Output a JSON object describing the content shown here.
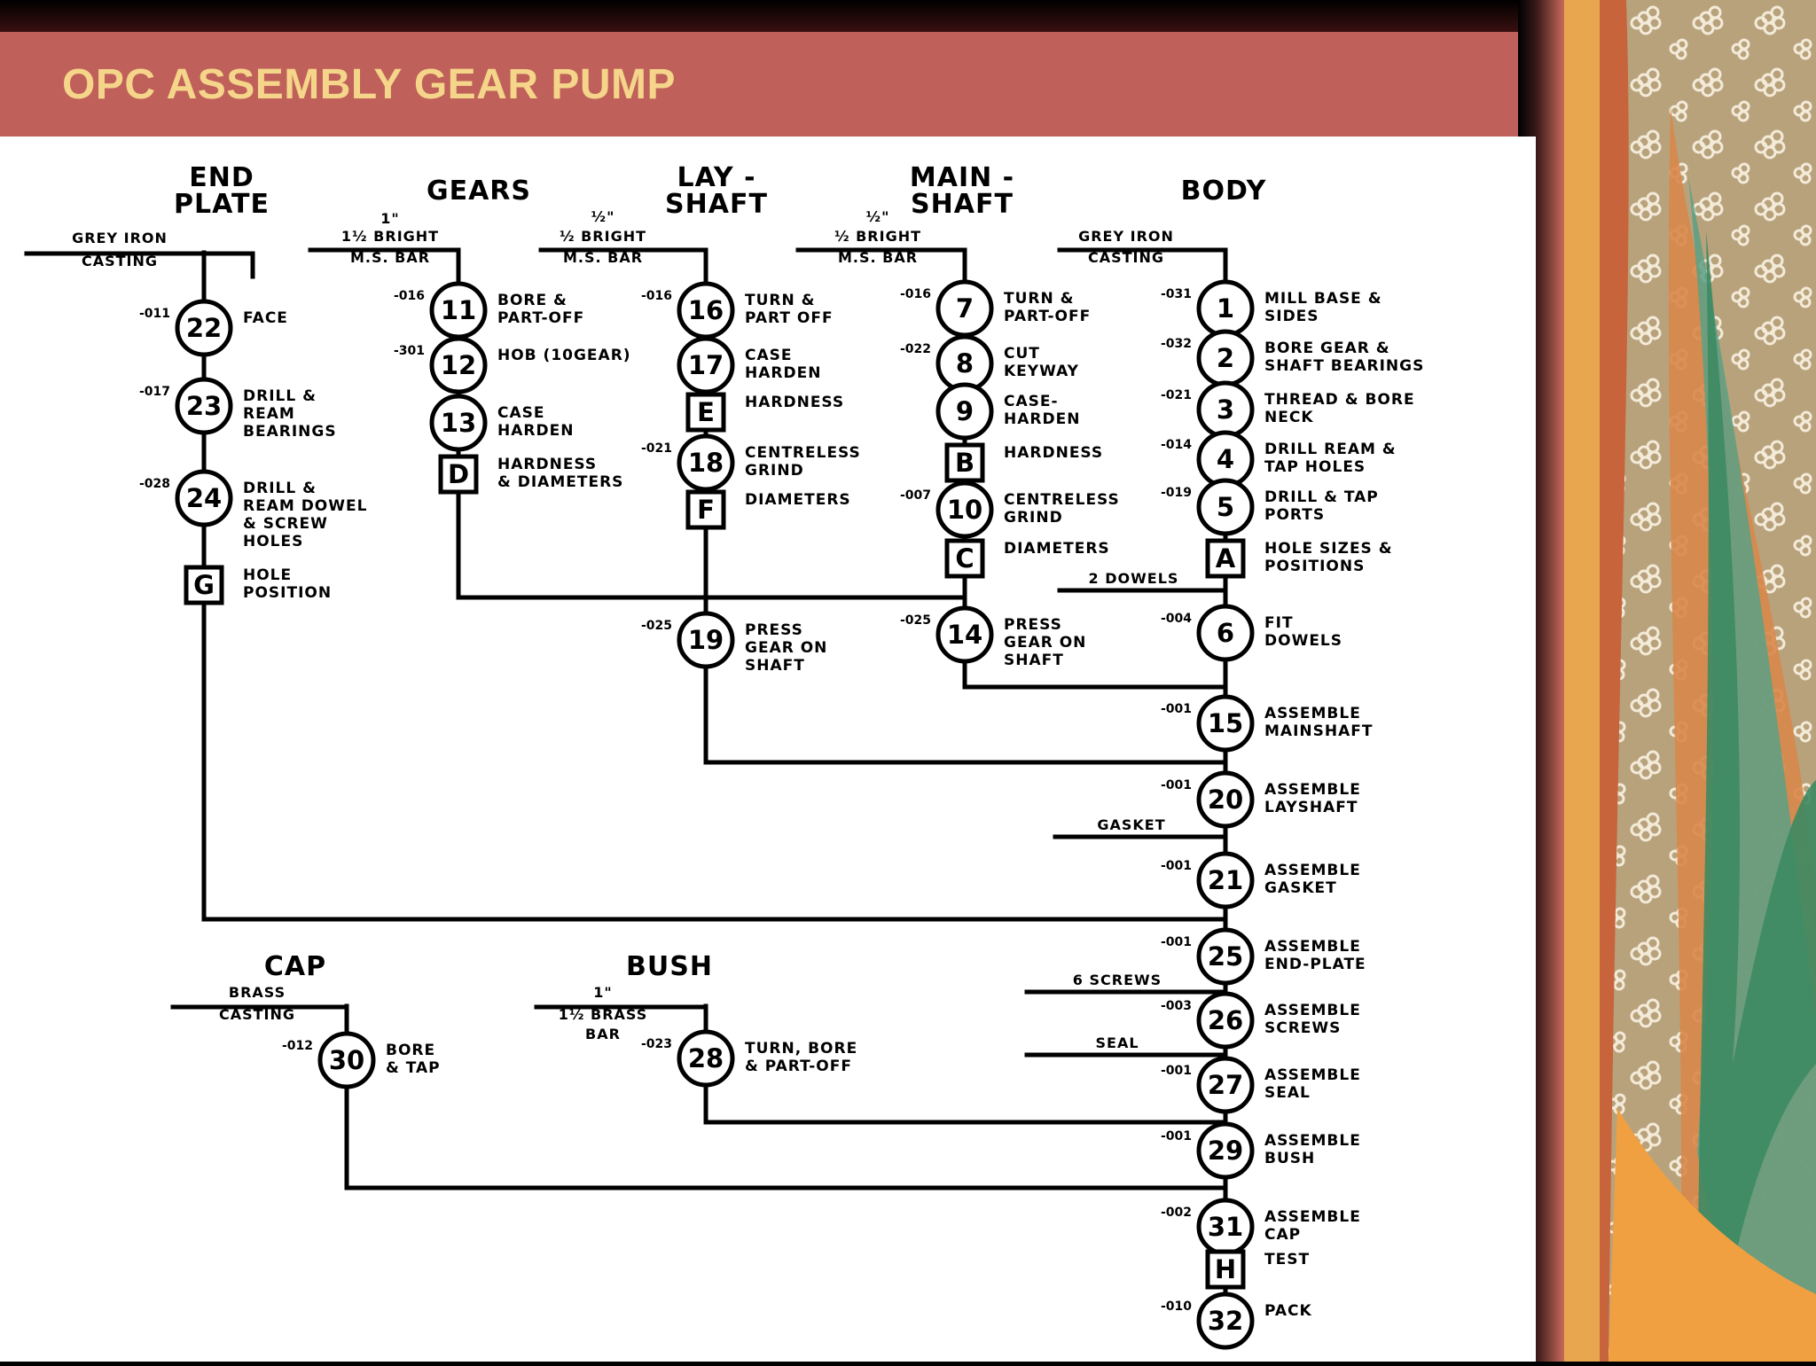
{
  "slide": {
    "title": "OPC ASSEMBLY GEAR PUMP"
  },
  "columns": [
    {
      "id": "end-plate",
      "header": [
        "END",
        "PLATE"
      ],
      "material": [
        "GREY IRON",
        "CASTING"
      ]
    },
    {
      "id": "gears",
      "header": [
        "GEARS"
      ],
      "material": [
        "1\"",
        "1½ BRIGHT",
        "M.S. BAR"
      ]
    },
    {
      "id": "layshaft",
      "header": [
        "LAY -",
        "SHAFT"
      ],
      "material": [
        "½\"",
        "½ BRIGHT",
        "M.S. BAR"
      ]
    },
    {
      "id": "mainshaft",
      "header": [
        "MAIN -",
        "SHAFT"
      ],
      "material": [
        "½\"",
        "½ BRIGHT",
        "M.S. BAR"
      ]
    },
    {
      "id": "body",
      "header": [
        "BODY"
      ],
      "material": [
        "GREY IRON",
        "CASTING"
      ]
    },
    {
      "id": "cap",
      "header": [
        "CAP"
      ],
      "material": [
        "BRASS",
        "CASTING"
      ]
    },
    {
      "id": "bush",
      "header": [
        "BUSH"
      ],
      "material": [
        "1\"",
        "1½ BRASS",
        "BAR"
      ]
    }
  ],
  "operations": [
    {
      "n": "22",
      "kind": "op",
      "code": "-011",
      "label": [
        "FACE"
      ]
    },
    {
      "n": "23",
      "kind": "op",
      "code": "-017",
      "label": [
        "DRILL &",
        "REAM",
        "BEARINGS"
      ]
    },
    {
      "n": "24",
      "kind": "op",
      "code": "-028",
      "label": [
        "DRILL &",
        "REAM DOWEL",
        "& SCREW",
        "HOLES"
      ]
    },
    {
      "n": "G",
      "kind": "insp",
      "code": "",
      "label": [
        "HOLE",
        "POSITION"
      ]
    },
    {
      "n": "11",
      "kind": "op",
      "code": "-016",
      "label": [
        "BORE &",
        "PART-OFF"
      ]
    },
    {
      "n": "12",
      "kind": "op",
      "code": "-301",
      "label": [
        "HOB (10GEAR)"
      ]
    },
    {
      "n": "13",
      "kind": "op",
      "code": "",
      "label": [
        "CASE",
        "HARDEN"
      ]
    },
    {
      "n": "D",
      "kind": "insp",
      "code": "",
      "label": [
        "HARDNESS",
        "& DIAMETERS"
      ]
    },
    {
      "n": "16",
      "kind": "op",
      "code": "-016",
      "label": [
        "TURN &",
        "PART OFF"
      ]
    },
    {
      "n": "17",
      "kind": "op",
      "code": "",
      "label": [
        "CASE",
        "HARDEN"
      ]
    },
    {
      "n": "E",
      "kind": "insp",
      "code": "",
      "label": [
        "HARDNESS"
      ]
    },
    {
      "n": "18",
      "kind": "op",
      "code": "-021",
      "label": [
        "CENTRELESS",
        "GRIND"
      ]
    },
    {
      "n": "F",
      "kind": "insp",
      "code": "",
      "label": [
        "DIAMETERS"
      ]
    },
    {
      "n": "19",
      "kind": "op",
      "code": "-025",
      "label": [
        "PRESS",
        "GEAR ON",
        "SHAFT"
      ]
    },
    {
      "n": "7",
      "kind": "op",
      "code": "-016",
      "label": [
        "TURN &",
        "PART-OFF"
      ]
    },
    {
      "n": "8",
      "kind": "op",
      "code": "-022",
      "label": [
        "CUT",
        "KEYWAY"
      ]
    },
    {
      "n": "9",
      "kind": "op",
      "code": "",
      "label": [
        "CASE-",
        "HARDEN"
      ]
    },
    {
      "n": "B",
      "kind": "insp",
      "code": "",
      "label": [
        "HARDNESS"
      ]
    },
    {
      "n": "10",
      "kind": "op",
      "code": "-007",
      "label": [
        "CENTRELESS",
        "GRIND"
      ]
    },
    {
      "n": "C",
      "kind": "insp",
      "code": "",
      "label": [
        "DIAMETERS"
      ]
    },
    {
      "n": "14",
      "kind": "op",
      "code": "-025",
      "label": [
        "PRESS",
        "GEAR ON",
        "SHAFT"
      ]
    },
    {
      "n": "1",
      "kind": "op",
      "code": "-031",
      "label": [
        "MILL BASE &",
        "SIDES"
      ]
    },
    {
      "n": "2",
      "kind": "op",
      "code": "-032",
      "label": [
        "BORE GEAR &",
        "SHAFT BEARINGS"
      ]
    },
    {
      "n": "3",
      "kind": "op",
      "code": "-021",
      "label": [
        "THREAD & BORE",
        "NECK"
      ]
    },
    {
      "n": "4",
      "kind": "op",
      "code": "-014",
      "label": [
        "DRILL REAM &",
        "TAP HOLES"
      ]
    },
    {
      "n": "5",
      "kind": "op",
      "code": "-019",
      "label": [
        "DRILL & TAP",
        "PORTS"
      ]
    },
    {
      "n": "A",
      "kind": "insp",
      "code": "",
      "label": [
        "HOLE SIZES &",
        "POSITIONS"
      ]
    },
    {
      "n": "6",
      "kind": "op",
      "code": "-004",
      "label": [
        "FIT",
        "DOWELS"
      ]
    },
    {
      "n": "15",
      "kind": "op",
      "code": "-001",
      "label": [
        "ASSEMBLE",
        "MAINSHAFT"
      ]
    },
    {
      "n": "20",
      "kind": "op",
      "code": "-001",
      "label": [
        "ASSEMBLE",
        "LAYSHAFT"
      ]
    },
    {
      "n": "21",
      "kind": "op",
      "code": "-001",
      "label": [
        "ASSEMBLE",
        "GASKET"
      ]
    },
    {
      "n": "25",
      "kind": "op",
      "code": "-001",
      "label": [
        "ASSEMBLE",
        "END-PLATE"
      ]
    },
    {
      "n": "26",
      "kind": "op",
      "code": "-003",
      "label": [
        "ASSEMBLE",
        "SCREWS"
      ]
    },
    {
      "n": "27",
      "kind": "op",
      "code": "-001",
      "label": [
        "ASSEMBLE",
        "SEAL"
      ]
    },
    {
      "n": "29",
      "kind": "op",
      "code": "-001",
      "label": [
        "ASSEMBLE",
        "BUSH"
      ]
    },
    {
      "n": "31",
      "kind": "op",
      "code": "-002",
      "label": [
        "ASSEMBLE",
        "CAP"
      ]
    },
    {
      "n": "H",
      "kind": "insp",
      "code": "",
      "label": [
        "TEST"
      ]
    },
    {
      "n": "32",
      "kind": "op",
      "code": "-010",
      "label": [
        "PACK"
      ]
    },
    {
      "n": "30",
      "kind": "op",
      "code": "-012",
      "label": [
        "BORE",
        "& TAP"
      ]
    },
    {
      "n": "28",
      "kind": "op",
      "code": "-023",
      "label": [
        "TURN, BORE",
        "& PART-OFF"
      ]
    }
  ],
  "inputs": [
    {
      "id": "dowels",
      "label": "2 DOWELS"
    },
    {
      "id": "gasket",
      "label": "GASKET"
    },
    {
      "id": "screws",
      "label": "6 SCREWS"
    },
    {
      "id": "seal",
      "label": "SEAL"
    }
  ],
  "colors": {
    "title_band": "#c0605a",
    "title_text": "#f4d58a",
    "paper": "#ffffff",
    "ink": "#000000"
  }
}
